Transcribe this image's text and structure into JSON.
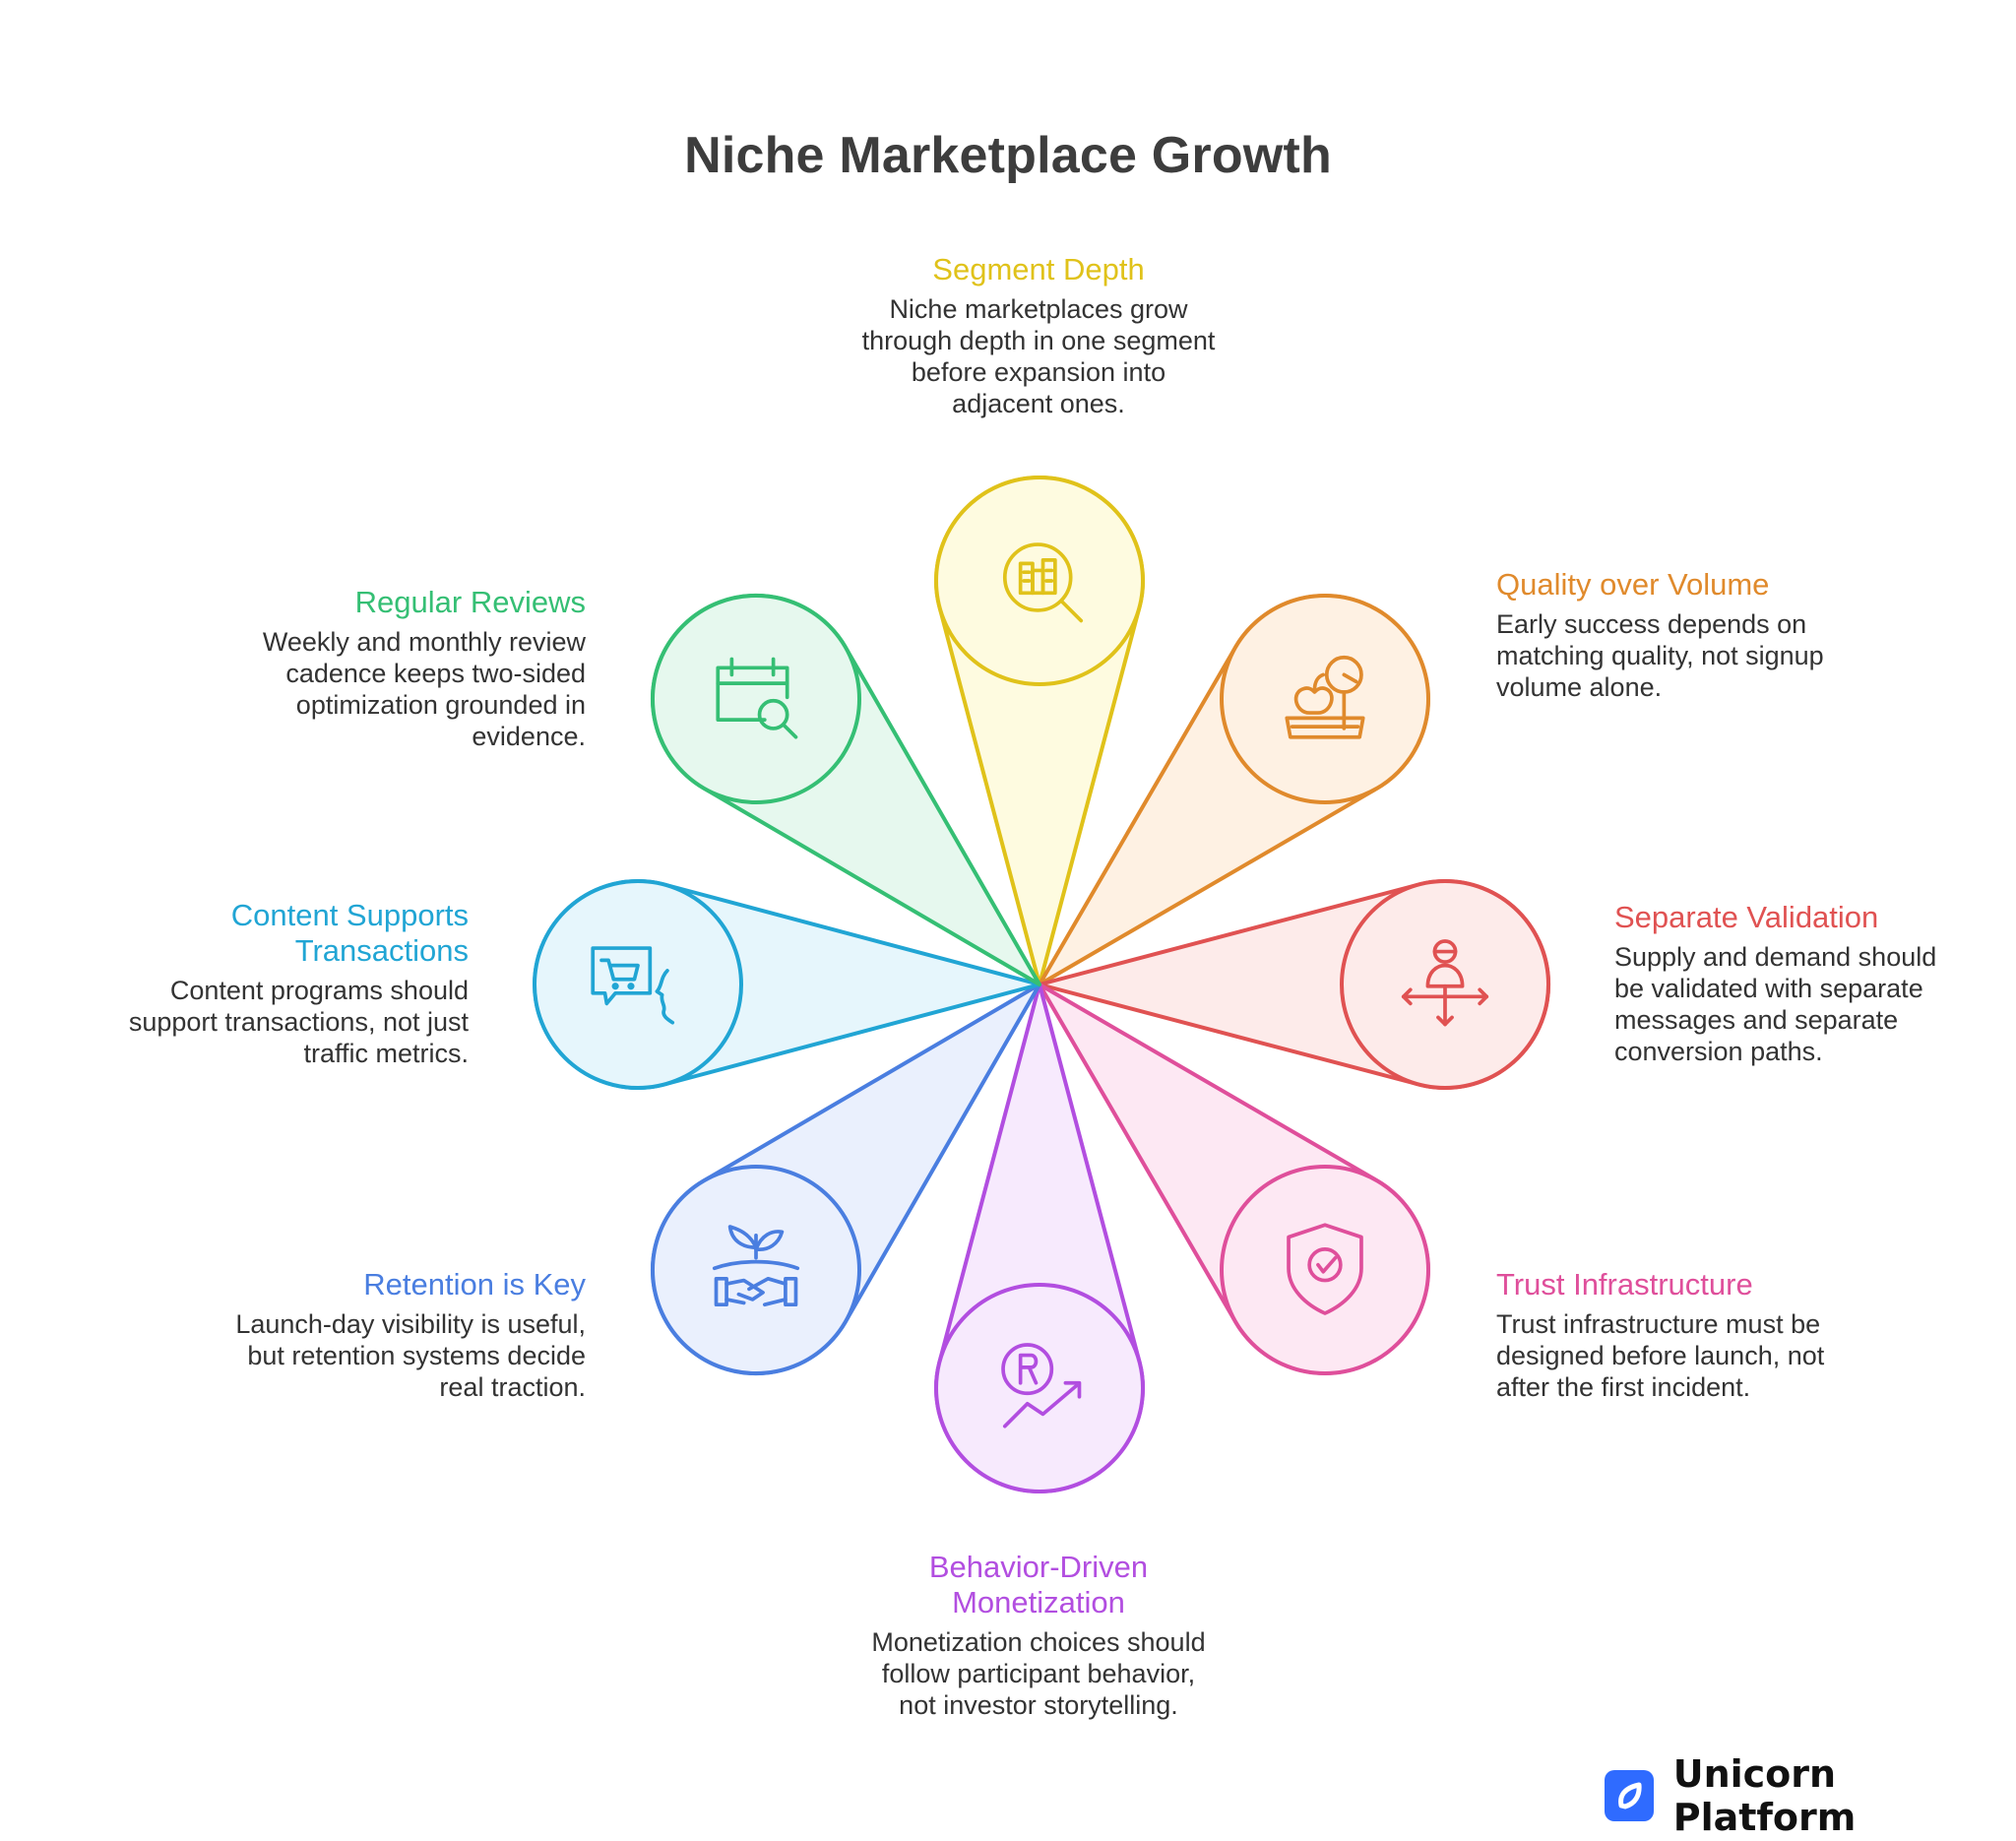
{
  "title": "Niche Marketplace Growth",
  "brand": {
    "name": "Unicorn Platform",
    "icon": "unicorn-platform-logo-icon"
  },
  "petals": [
    {
      "id": "segment-depth",
      "title": "Segment Depth",
      "text": "Niche marketplaces grow through depth in one segment before expansion into adjacent ones.",
      "color": "#e0c21a",
      "fill": "#fefbe0",
      "icon": "buildings-magnifier-icon"
    },
    {
      "id": "quality-over-volume",
      "title": "Quality over Volume",
      "text": "Early success depends on matching quality, not signup volume alone.",
      "color": "#e08a2c",
      "fill": "#fef1e3",
      "icon": "scale-apple-icon"
    },
    {
      "id": "separate-validation",
      "title": "Separate Validation",
      "text": "Supply and demand should be validated with separate messages and separate conversion paths.",
      "color": "#e05252",
      "fill": "#fdebea",
      "icon": "person-arrows-icon"
    },
    {
      "id": "trust-infrastructure",
      "title": "Trust Infrastructure",
      "text": "Trust infrastructure must be designed before launch, not after the first incident.",
      "color": "#df4f9b",
      "fill": "#fde8f3",
      "icon": "shield-check-icon"
    },
    {
      "id": "behavior-driven-monetization",
      "title": "Behavior-Driven Monetization",
      "text": "Monetization choices should follow participant behavior, not investor storytelling.",
      "color": "#b24ee0",
      "fill": "#f7eafd",
      "icon": "currency-growth-icon"
    },
    {
      "id": "retention-is-key",
      "title": "Retention is Key",
      "text": "Launch-day visibility is useful, but retention systems decide real traction.",
      "color": "#4a7ee0",
      "fill": "#eaf0fd",
      "icon": "handshake-plant-icon"
    },
    {
      "id": "content-supports-transactions",
      "title": "Content Supports Transactions",
      "text": "Content programs should support transactions, not just traffic metrics.",
      "color": "#21a5d4",
      "fill": "#e6f6fc",
      "icon": "cart-speech-face-icon"
    },
    {
      "id": "regular-reviews",
      "title": "Regular Reviews",
      "text": "Weekly and monthly review cadence keeps two-sided optimization grounded in evidence.",
      "color": "#35bf74",
      "fill": "#e6f8ee",
      "icon": "calendar-search-icon"
    }
  ]
}
